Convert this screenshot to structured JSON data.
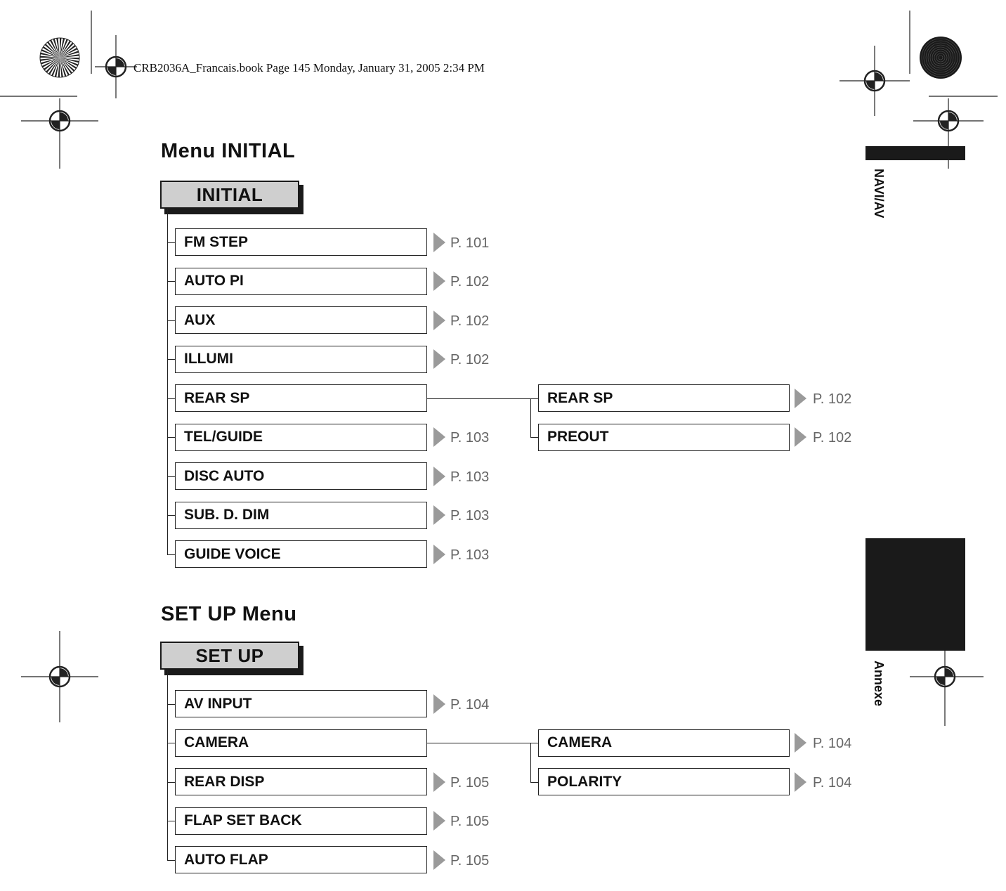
{
  "header": "CRB2036A_Francais.book  Page 145  Monday, January 31, 2005  2:34 PM",
  "side_tabs": {
    "top": "NAVI/AV",
    "bottom": "Annexe"
  },
  "initial_section": {
    "title": "Menu INITIAL",
    "root": "INITIAL",
    "items": [
      {
        "label": "FM STEP",
        "ref": "P. 101"
      },
      {
        "label": "AUTO PI",
        "ref": "P. 102"
      },
      {
        "label": "AUX",
        "ref": "P. 102"
      },
      {
        "label": "ILLUMI",
        "ref": "P. 102"
      },
      {
        "label": "REAR SP",
        "ref": ""
      },
      {
        "label": "TEL/GUIDE",
        "ref": "P. 103"
      },
      {
        "label": "DISC AUTO",
        "ref": "P. 103"
      },
      {
        "label": "SUB. D. DIM",
        "ref": "P. 103"
      },
      {
        "label": "GUIDE VOICE",
        "ref": "P. 103"
      }
    ],
    "subitems": [
      {
        "label": "REAR SP",
        "ref": "P. 102"
      },
      {
        "label": "PREOUT",
        "ref": "P. 102"
      }
    ]
  },
  "setup_section": {
    "title": "SET UP Menu",
    "root": "SET UP",
    "items": [
      {
        "label": "AV INPUT",
        "ref": "P. 104"
      },
      {
        "label": "CAMERA",
        "ref": ""
      },
      {
        "label": "REAR DISP",
        "ref": "P. 105"
      },
      {
        "label": "FLAP SET BACK",
        "ref": "P. 105"
      },
      {
        "label": "AUTO FLAP",
        "ref": "P. 105"
      }
    ],
    "subitems": [
      {
        "label": "CAMERA",
        "ref": "P. 104"
      },
      {
        "label": "POLARITY",
        "ref": "P. 104"
      }
    ]
  }
}
